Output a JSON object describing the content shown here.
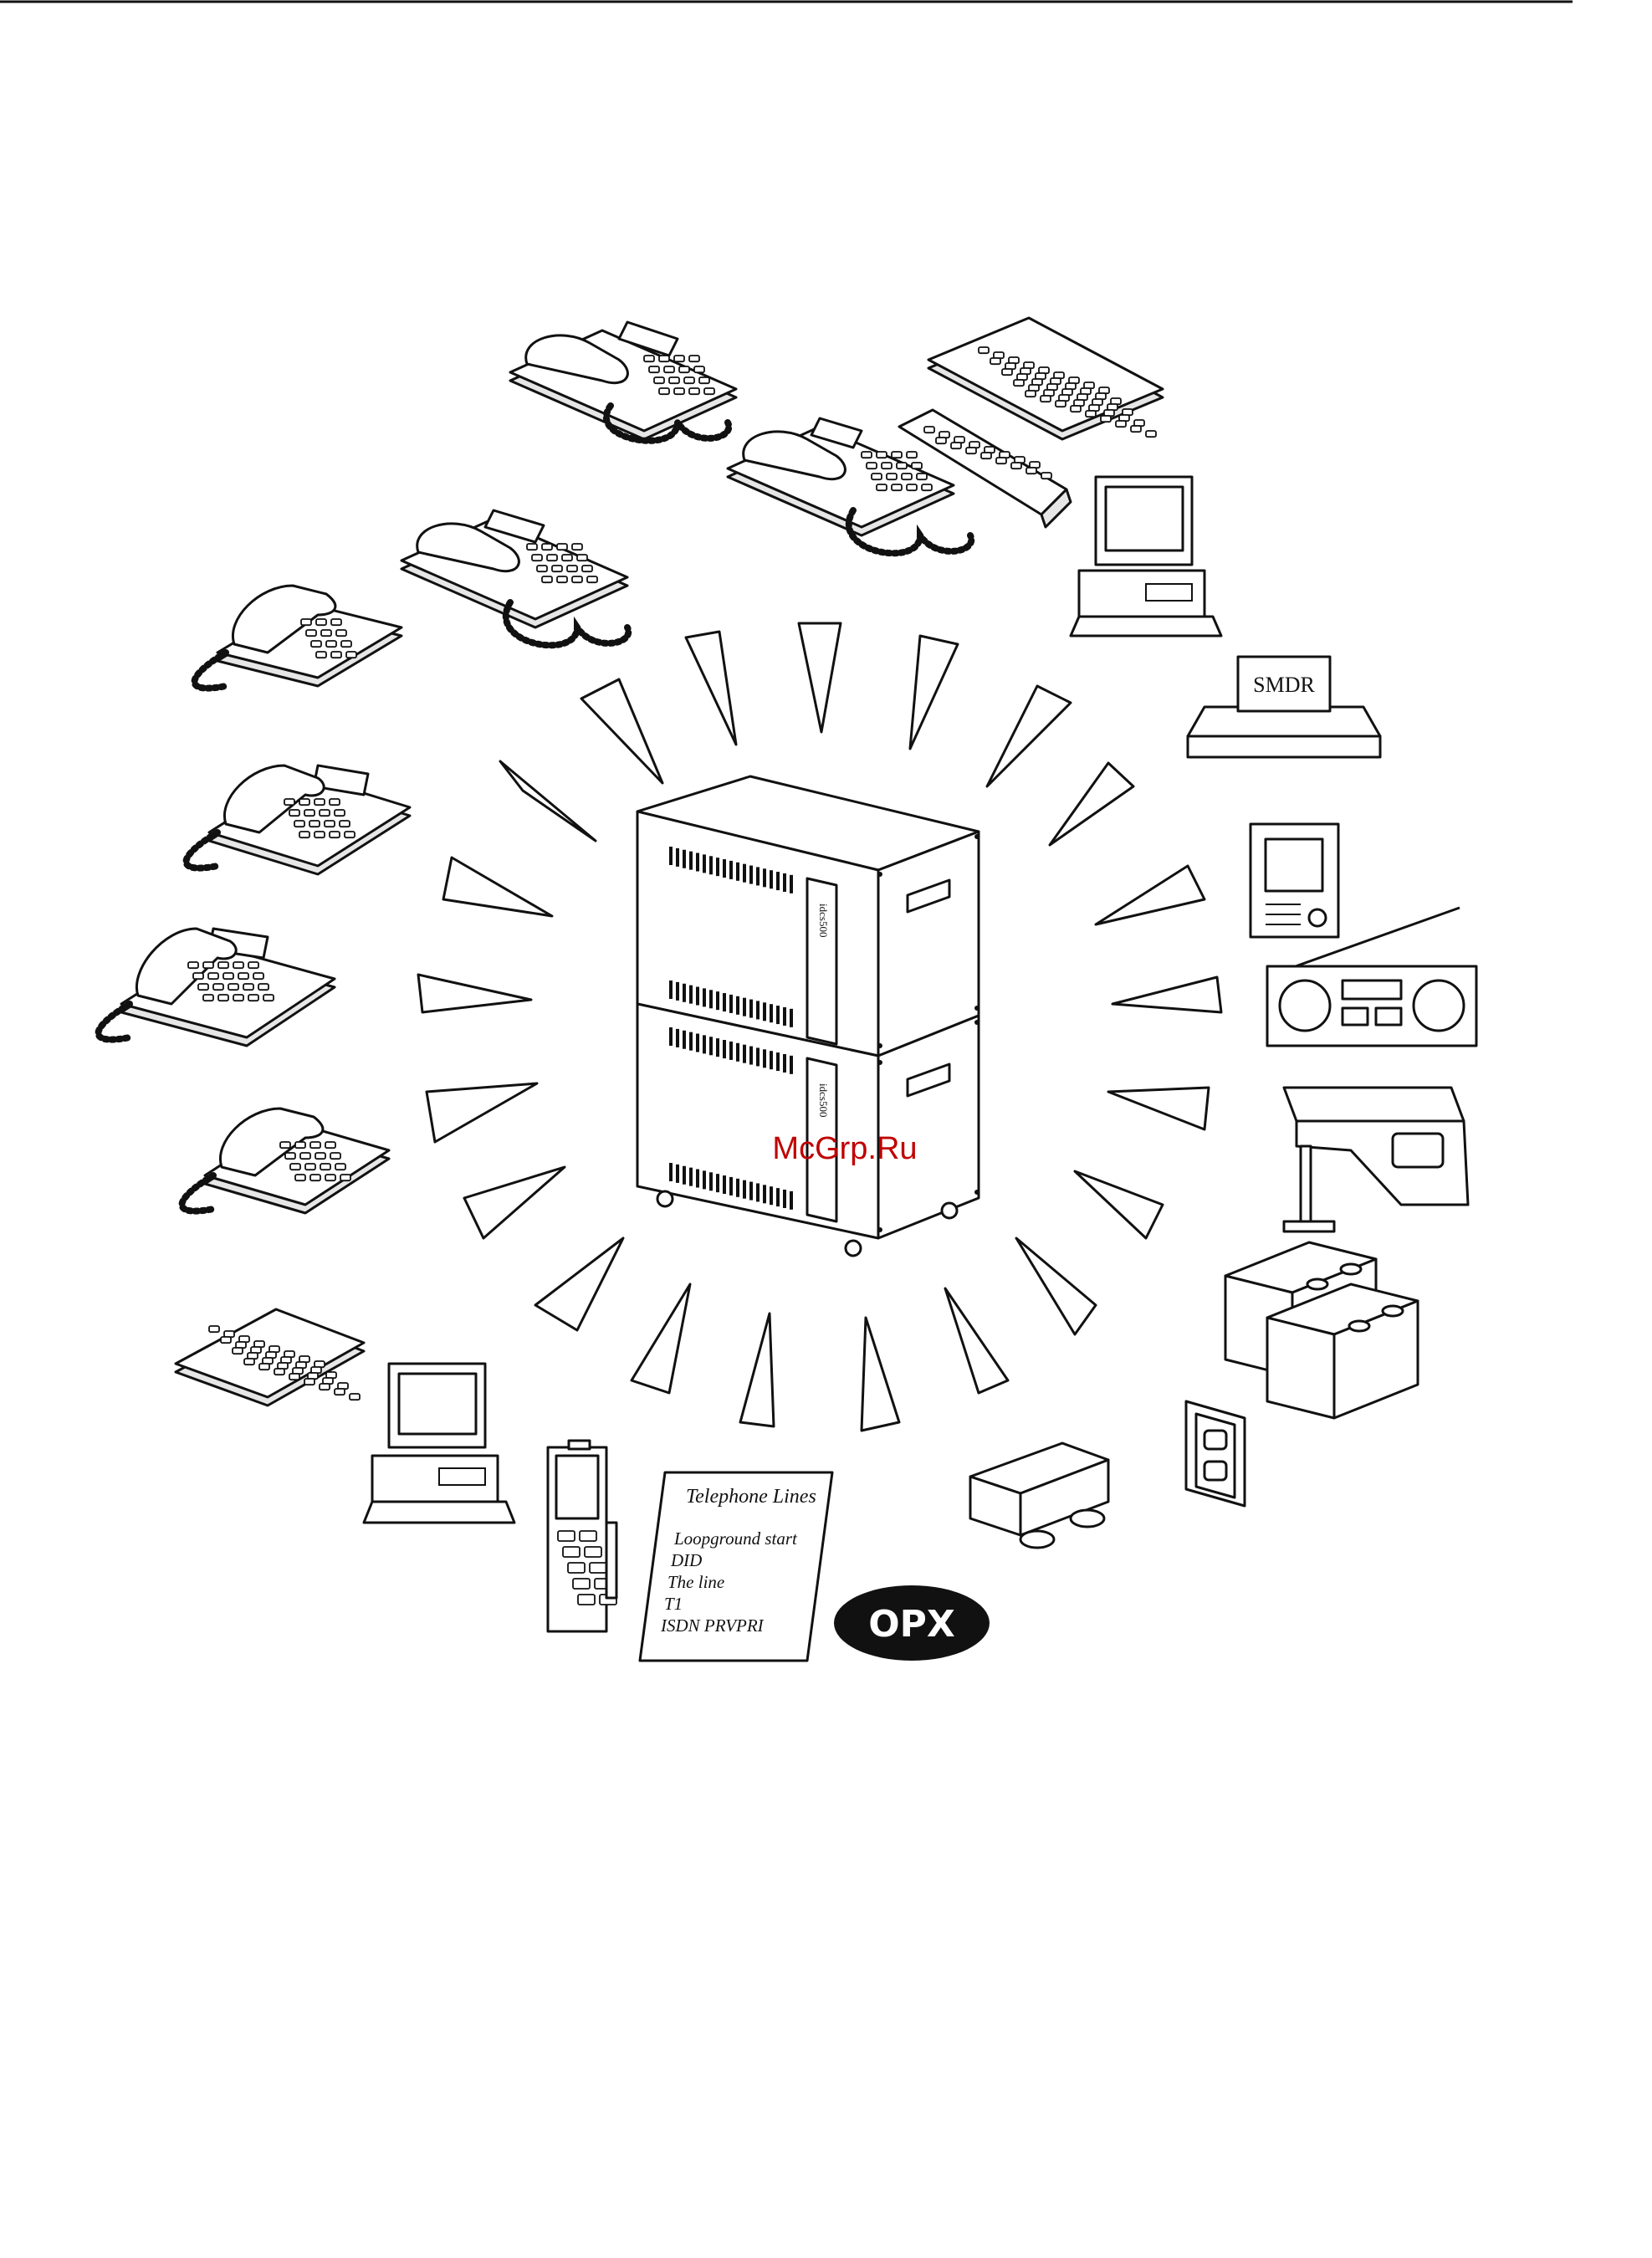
{
  "watermark": "McGrp.Ru",
  "labels": {
    "smdr": "SMDR",
    "opx": "OPX",
    "cabinet_model": "idcs500",
    "telephone_lines": {
      "title": "Telephone Lines",
      "items": [
        "Loopground start",
        "DID",
        "The line",
        "T1",
        "ISDN PRVPRI"
      ]
    }
  },
  "icons": [
    "pbx-cabinet-icon",
    "key-telephone-icon",
    "digital-telephone-icon",
    "dss-console-icon",
    "add-on-module-icon",
    "computer-icon",
    "smdr-printer-icon",
    "door-phone-icon",
    "radio-icon",
    "paging-horn-icon",
    "battery-icon",
    "power-outlet-icon",
    "camera-icon",
    "wireless-handset-icon",
    "single-line-telephone-icon"
  ]
}
